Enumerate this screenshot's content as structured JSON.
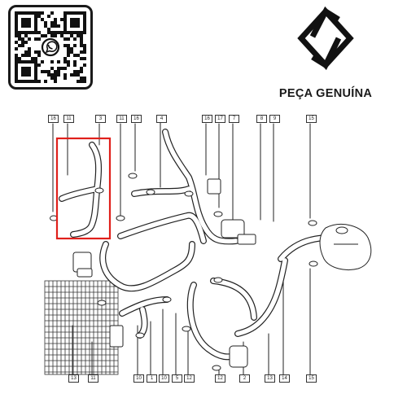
{
  "brand": {
    "tagline": "PEÇA GENUÍNA",
    "logo_icon": "renault-diamond-logo",
    "qr_icon": "whatsapp-qr-code",
    "highlight_color": "#e0201b"
  },
  "callouts": {
    "top": [
      "16",
      "11",
      "3",
      "11",
      "16",
      "4",
      "16",
      "17",
      "7",
      "8",
      "9",
      "15"
    ],
    "bottom": [
      "13",
      "11",
      "10",
      "1",
      "10",
      "5",
      "12",
      "12",
      "2",
      "13",
      "14",
      "15"
    ]
  }
}
